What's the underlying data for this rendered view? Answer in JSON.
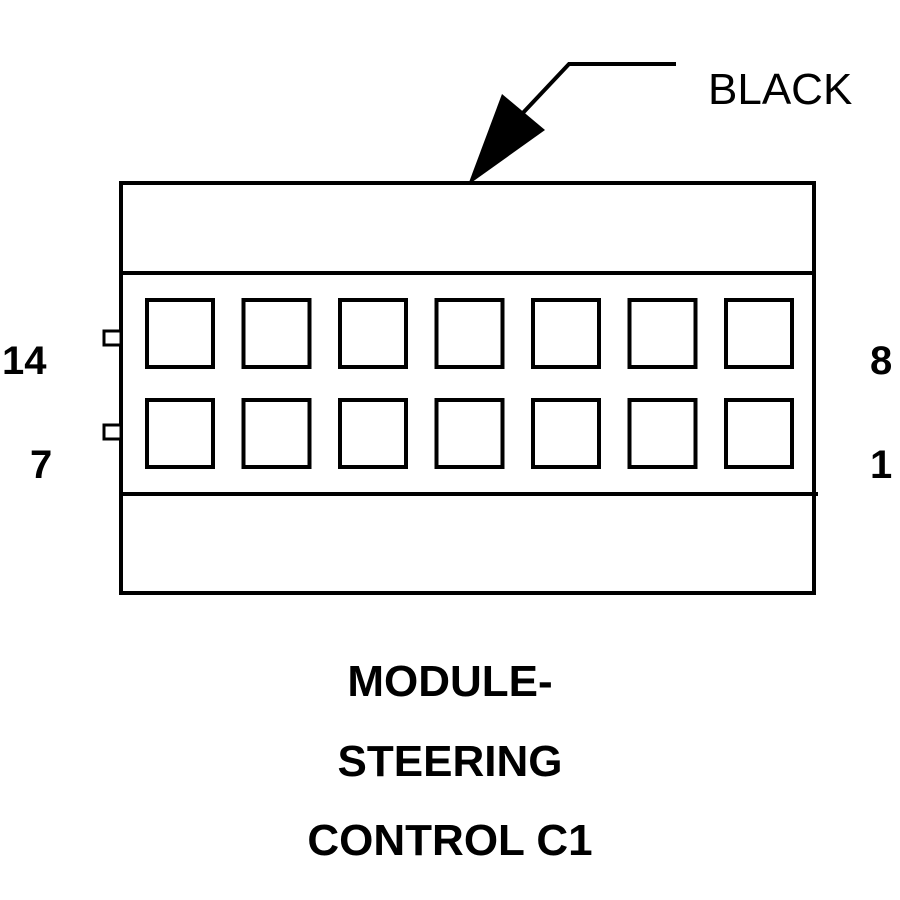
{
  "callout": {
    "label": "BLACK"
  },
  "connector": {
    "pin_labels": {
      "top_left": "14",
      "top_right": "8",
      "bottom_left": "7",
      "bottom_right": "1"
    },
    "rows": 2,
    "columns": 7
  },
  "title": {
    "line1": "MODULE-",
    "line2": "STEERING",
    "line3": "CONTROL C1"
  },
  "colors": {
    "ink": "#000000",
    "background": "#ffffff"
  }
}
